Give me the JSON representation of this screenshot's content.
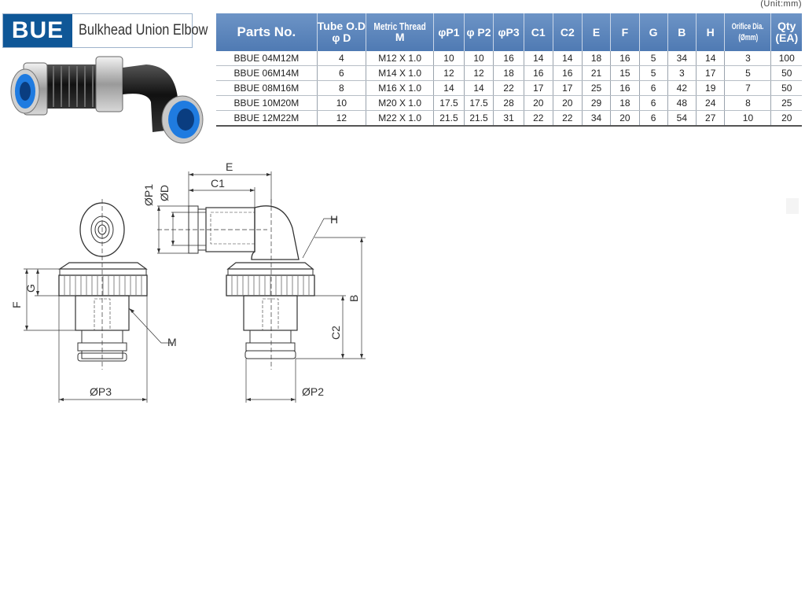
{
  "header": {
    "code": "BUE",
    "name": "Bulkhead Union Elbow",
    "unit_note": "(Unit:mm)"
  },
  "table": {
    "columns": [
      {
        "line1": "Parts No.",
        "line2": ""
      },
      {
        "line1": "Tube O.D",
        "line2": "φ D"
      },
      {
        "line1": "Metric Thread",
        "line2": "M"
      },
      {
        "line1": "φP1",
        "line2": ""
      },
      {
        "line1": "φ P2",
        "line2": ""
      },
      {
        "line1": "φP3",
        "line2": ""
      },
      {
        "line1": "C1",
        "line2": ""
      },
      {
        "line1": "C2",
        "line2": ""
      },
      {
        "line1": "E",
        "line2": ""
      },
      {
        "line1": "F",
        "line2": ""
      },
      {
        "line1": "G",
        "line2": ""
      },
      {
        "line1": "B",
        "line2": ""
      },
      {
        "line1": "H",
        "line2": ""
      },
      {
        "line1": "Orifice Dia.",
        "line2": "(Ømm)"
      },
      {
        "line1": "Qty",
        "line2": "(EA)"
      }
    ],
    "rows": [
      [
        "BBUE 04M12M",
        "4",
        "M12 X 1.0",
        "10",
        "10",
        "16",
        "14",
        "14",
        "18",
        "16",
        "5",
        "34",
        "14",
        "3",
        "100"
      ],
      [
        "BBUE 06M14M",
        "6",
        "M14 X 1.0",
        "12",
        "12",
        "18",
        "16",
        "16",
        "21",
        "15",
        "5",
        "3",
        "17",
        "5",
        "50"
      ],
      [
        "BBUE 08M16M",
        "8",
        "M16 X 1.0",
        "14",
        "14",
        "22",
        "17",
        "17",
        "25",
        "16",
        "6",
        "42",
        "19",
        "7",
        "50"
      ],
      [
        "BBUE 10M20M",
        "10",
        "M20 X 1.0",
        "17.5",
        "17.5",
        "28",
        "20",
        "20",
        "29",
        "18",
        "6",
        "48",
        "24",
        "8",
        "25"
      ],
      [
        "BBUE 12M22M",
        "12",
        "M22 X 1.0",
        "21.5",
        "21.5",
        "31",
        "22",
        "22",
        "34",
        "20",
        "6",
        "54",
        "27",
        "10",
        "20"
      ]
    ]
  },
  "drawing_labels": {
    "e": "E",
    "c1": "C1",
    "p1": "ØP1",
    "d": "ØD",
    "h": "H",
    "g": "G",
    "f": "F",
    "m": "M",
    "b": "B",
    "c2": "C2",
    "p3": "ØP3",
    "p2": "ØP2"
  },
  "colors": {
    "header_blue": "#0f5797",
    "table_header": "#5b85bb",
    "fitting_blue": "#1f7be0",
    "fitting_black": "#1a1a1a"
  }
}
